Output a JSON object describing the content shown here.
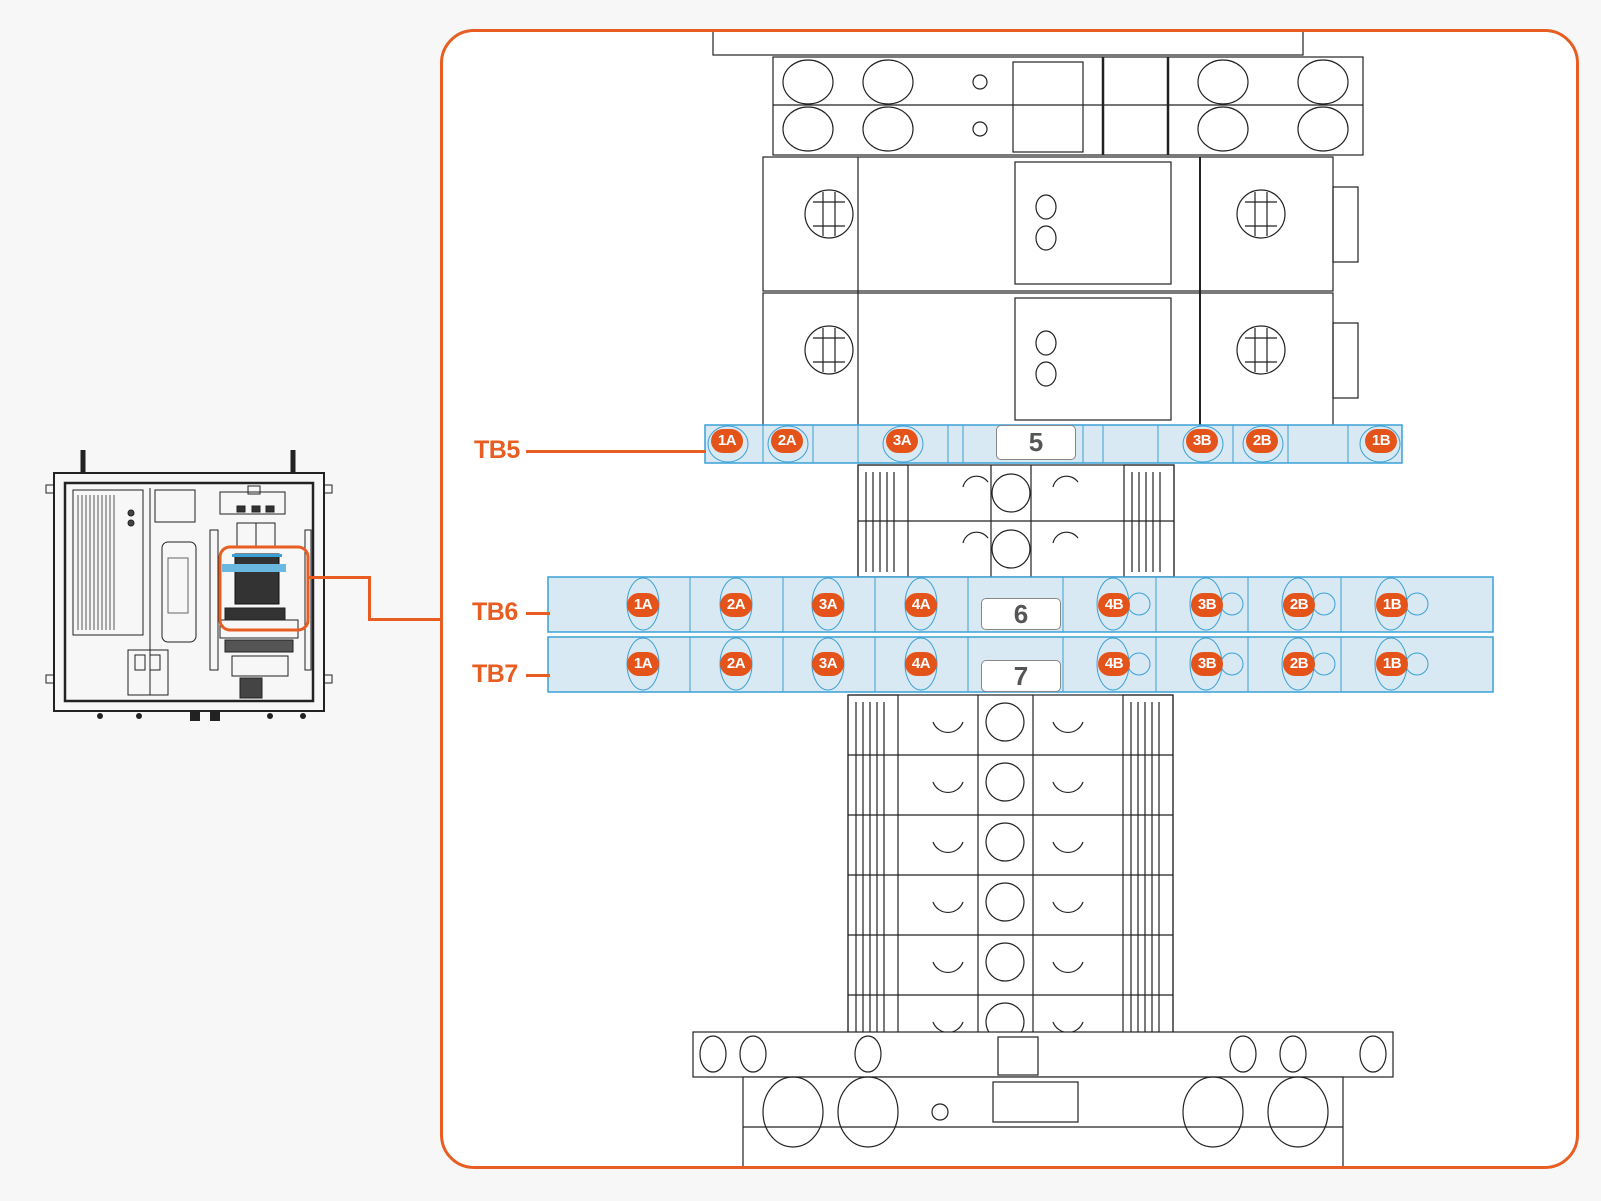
{
  "diagram": {
    "accent_color": "#e85d22",
    "strip_color": "#d8e9f3",
    "strip_line_color": "#3aa0d6",
    "overview_label": "enclosure-overview",
    "terminal_blocks": [
      {
        "id": "TB5",
        "label": "TB5",
        "number": "5",
        "terminals": [
          "1A",
          "2A",
          "3A",
          "3B",
          "2B",
          "1B"
        ]
      },
      {
        "id": "TB6",
        "label": "TB6",
        "number": "6",
        "terminals": [
          "1A",
          "2A",
          "3A",
          "4A",
          "4B",
          "3B",
          "2B",
          "1B"
        ]
      },
      {
        "id": "TB7",
        "label": "TB7",
        "number": "7",
        "terminals": [
          "1A",
          "2A",
          "3A",
          "4A",
          "4B",
          "3B",
          "2B",
          "1B"
        ]
      }
    ]
  }
}
